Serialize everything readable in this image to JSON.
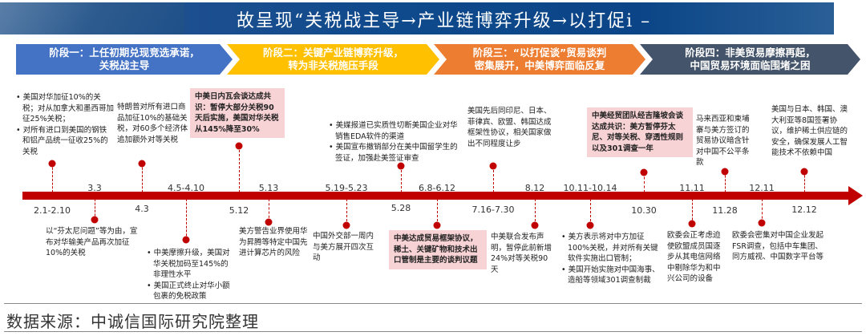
{
  "header": {
    "title": "故呈现“关税战主导→产业链博弈升级→以打促i –"
  },
  "stages": [
    {
      "line1": "阶段一：上任初期兑现竞选承诺，",
      "line2": "关税战主导",
      "color": "#4472c4"
    },
    {
      "line1": "阶段二：关键产业链博弈升级，",
      "line2": "转为非关税施压手段",
      "color": "#ffc000"
    },
    {
      "line1": "阶段三：“以打促谈”贸易谈判",
      "line2": "密集展开，中美博弈面临反复",
      "color": "#ed7d31"
    },
    {
      "line1": "阶段四：非美贸易摩擦再起，",
      "line2": "中国贸易环境面临围堵之困",
      "color": "#44546a"
    }
  ],
  "axis_color": "#c00000",
  "highlight_color": "#f8d3d6",
  "upper_events": [
    {
      "date": "2.1-2.10",
      "lines": [
        "• 美国对华加征10%的关税；对从加拿大和墨西哥加征25%关税；",
        "• 对所有进口到美国的钢铁和铝产品统一征收25%的关税"
      ],
      "highlight": false
    },
    {
      "date": "4.3",
      "lines": [
        "特朗普对所有进口商品加征10%的基础关税，对60多个经济体追加额外对等关税"
      ],
      "highlight": false
    },
    {
      "date": "5.12",
      "lines": [
        "中美日内瓦会谈达成共识：暂停大部分关税90天后实施，美国对华关税从145%降至30%"
      ],
      "highlight": true
    },
    {
      "date": "5.28",
      "lines": [
        "• 美媒报道已实质性切断美国企业对华销售EDA软件的渠道",
        "• 美国宣布撤销部分在美中国留学生的签证，加强赴美签证审查"
      ],
      "highlight": false
    },
    {
      "date": "7.16-7.30",
      "lines": [
        "美国先后同印尼、日本、菲律宾、欧盟、韩国达成框架性协议，相关国家做出不同程度让步"
      ],
      "highlight": false
    },
    {
      "date": "10.30",
      "lines": [
        "中美经贸团队经吉隆坡会谈达成共识：美方暂停芬太尼、对等关税、穿透性规则以及301调查一年"
      ],
      "highlight": true
    },
    {
      "date": "11.28",
      "lines": [
        "马来西亚和柬埔寨与美方签订的贸易协议暗含针对中国不公平条款"
      ],
      "highlight": false
    },
    {
      "date": "12.12",
      "lines": [
        "美国与日本、韩国、澳大利亚等8国签署协议，维护稀土供应链的安全，确保发展人工智能技术不依赖中国"
      ],
      "highlight": false
    }
  ],
  "lower_events": [
    {
      "date": "3.3",
      "lines": [
        "以“芬太尼问题”等为由，宣布对华输美产品再次加征10%的关税"
      ],
      "highlight": false
    },
    {
      "date": "4.5-4.10",
      "lines": [
        "• 中美摩擦升级，美国对华关税加码至145%的非理性水平",
        "• 美国正式终止对华小额包裹的免税政策"
      ],
      "highlight": false
    },
    {
      "date": "5.13",
      "lines": [
        "美方警告业界使用华为昇腾等特定中国先进计算芯片的风险"
      ],
      "highlight": false
    },
    {
      "date": "5.19-5.23",
      "lines": [
        "中国外交部一周内与美方展开四次互动"
      ],
      "highlight": false
    },
    {
      "date": "6.8-6.12",
      "lines": [
        "中美达成贸易框架协议，稀土、关键矿物和技术出口管制是主要的谈判议题"
      ],
      "highlight": true
    },
    {
      "date": "8.12",
      "lines": [
        "中美联合发布声明，暂停此前新增24%对等关税90天"
      ],
      "highlight": false
    },
    {
      "date": "10.11-10.14",
      "lines": [
        "• 美方表示将对中方加征100%关税，并对所有关键软件实施出口管制；",
        "• 美国开始实施对中国海事、造船等领域301调查制裁"
      ],
      "highlight": false
    },
    {
      "date": "11.11",
      "lines": [
        "欧委会正考虑迫使欧盟成员国逐步从其电信网络中剔除华为和中兴公司的设备"
      ],
      "highlight": false
    },
    {
      "date": "12.11",
      "lines": [
        "欧委会密集对中国企业发起FSR调查，包括中车集团、同方威视、中国数字平台等"
      ],
      "highlight": false
    }
  ],
  "footer": {
    "source": "数据来源：中诚信国际研究院整理"
  }
}
